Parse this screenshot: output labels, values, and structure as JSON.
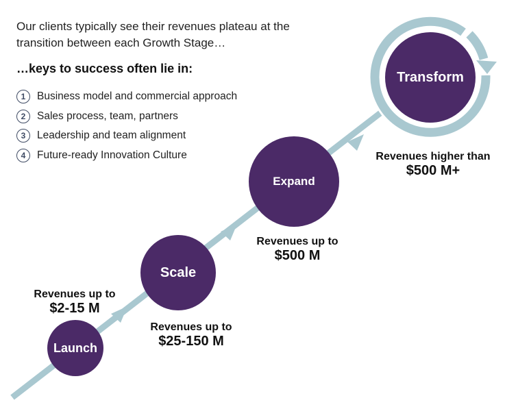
{
  "intro": {
    "line1": "Our clients typically see their revenues plateau at the",
    "line2": "transition between each Growth Stage…"
  },
  "keys_heading": "…keys to success often lie in:",
  "keys": [
    {
      "number": "1",
      "label": "Business model and commercial approach"
    },
    {
      "number": "2",
      "label": "Sales process, team, partners"
    },
    {
      "number": "3",
      "label": "Leadership and team alignment"
    },
    {
      "number": "4",
      "label": "Future-ready Innovation Culture"
    }
  ],
  "stages": {
    "launch": {
      "label": "Launch",
      "rev_line1": "Revenues up to",
      "rev_line2": "$2-15 M"
    },
    "scale": {
      "label": "Scale",
      "rev_line1": "Revenues up to",
      "rev_line2": "$25-150 M"
    },
    "expand": {
      "label": "Expand",
      "rev_line1": "Revenues up to",
      "rev_line2": "$500 M"
    },
    "transform": {
      "label": "Transform",
      "rev_line1": "Revenues higher than",
      "rev_line2": "$500 M+"
    }
  },
  "colors": {
    "stage_circle": "#4b2a67",
    "path": "#a9c8d0",
    "text": "#1b1b1b"
  }
}
